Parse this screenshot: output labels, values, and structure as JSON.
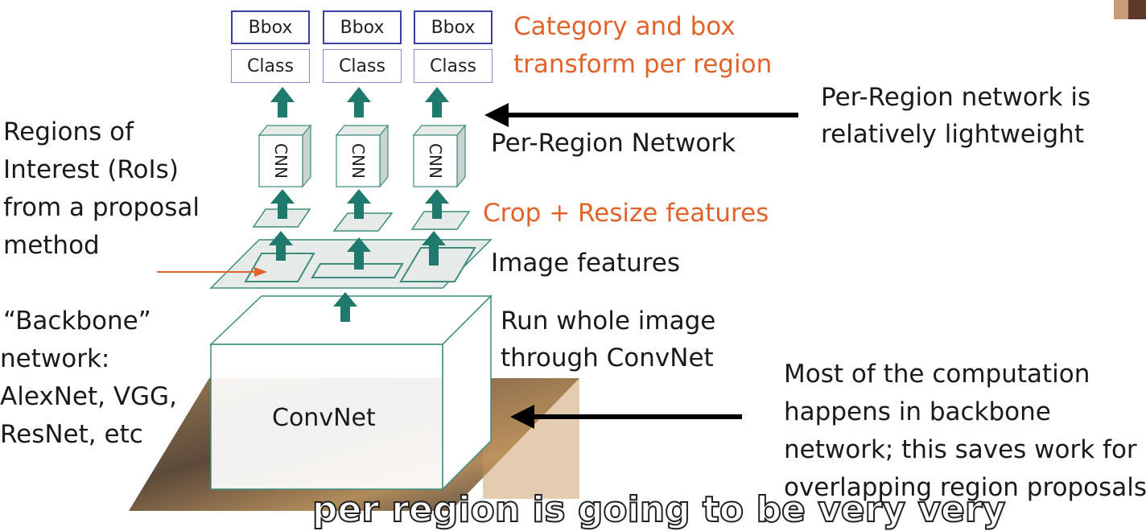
{
  "output_boxes": {
    "bbox_label": "Bbox",
    "class_label": "Class",
    "count": 3
  },
  "cnn_label": "CNN",
  "labels": {
    "category_box": [
      "Category and box",
      "transform per region"
    ],
    "per_region_network": "Per-Region Network",
    "per_region_note": [
      "Per-Region network is",
      "relatively lightweight"
    ],
    "rois": [
      "Regions of",
      "Interest (RoIs)",
      "from a proposal",
      "method"
    ],
    "crop_resize": "Crop + Resize features",
    "image_features": "Image features",
    "run_whole": [
      "Run whole image",
      "through ConvNet"
    ],
    "backbone": [
      "“Backbone”",
      "network:",
      "AlexNet, VGG,",
      "ResNet, etc"
    ],
    "convnet": "ConvNet",
    "computation_note": [
      "Most of the computation",
      "happens in backbone",
      "network; this saves work for",
      "overlapping region proposals"
    ]
  },
  "subtitle": "per region is going to be very very",
  "colors": {
    "teal": "#1f7a6d",
    "orange": "#e2632a",
    "box_border": "#3a3fa8",
    "feature_fill": "#e6ebea",
    "feature_stroke": "#3d8c7e"
  }
}
